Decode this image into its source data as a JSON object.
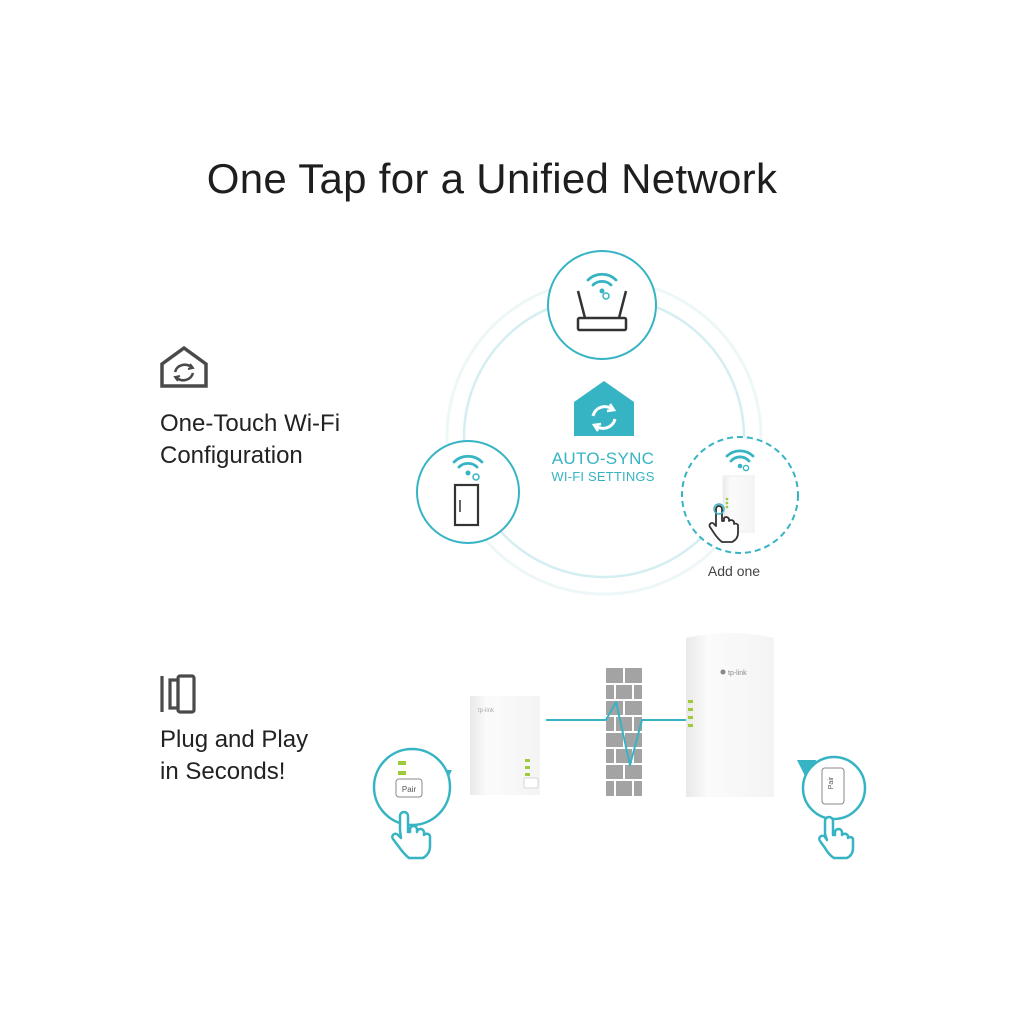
{
  "title": "One Tap for a Unified Network",
  "features": [
    {
      "line1": "One-Touch Wi-Fi",
      "line2": "Configuration",
      "icon": "house-sync-icon"
    },
    {
      "line1": "Plug and Play",
      "line2": "in Seconds!",
      "icon": "plug-icon"
    }
  ],
  "diagram": {
    "center_title": "AUTO-SYNC",
    "center_subtitle": "WI-FI SETTINGS",
    "add_one_label": "Add one",
    "pair_button_label": "Pair",
    "brand": "tp-link"
  },
  "colors": {
    "accent": "#36b4c4",
    "accent_light": "#d9f1f4",
    "text": "#222222",
    "device": "#f5f5f5",
    "wall": "#9a9a9a"
  }
}
